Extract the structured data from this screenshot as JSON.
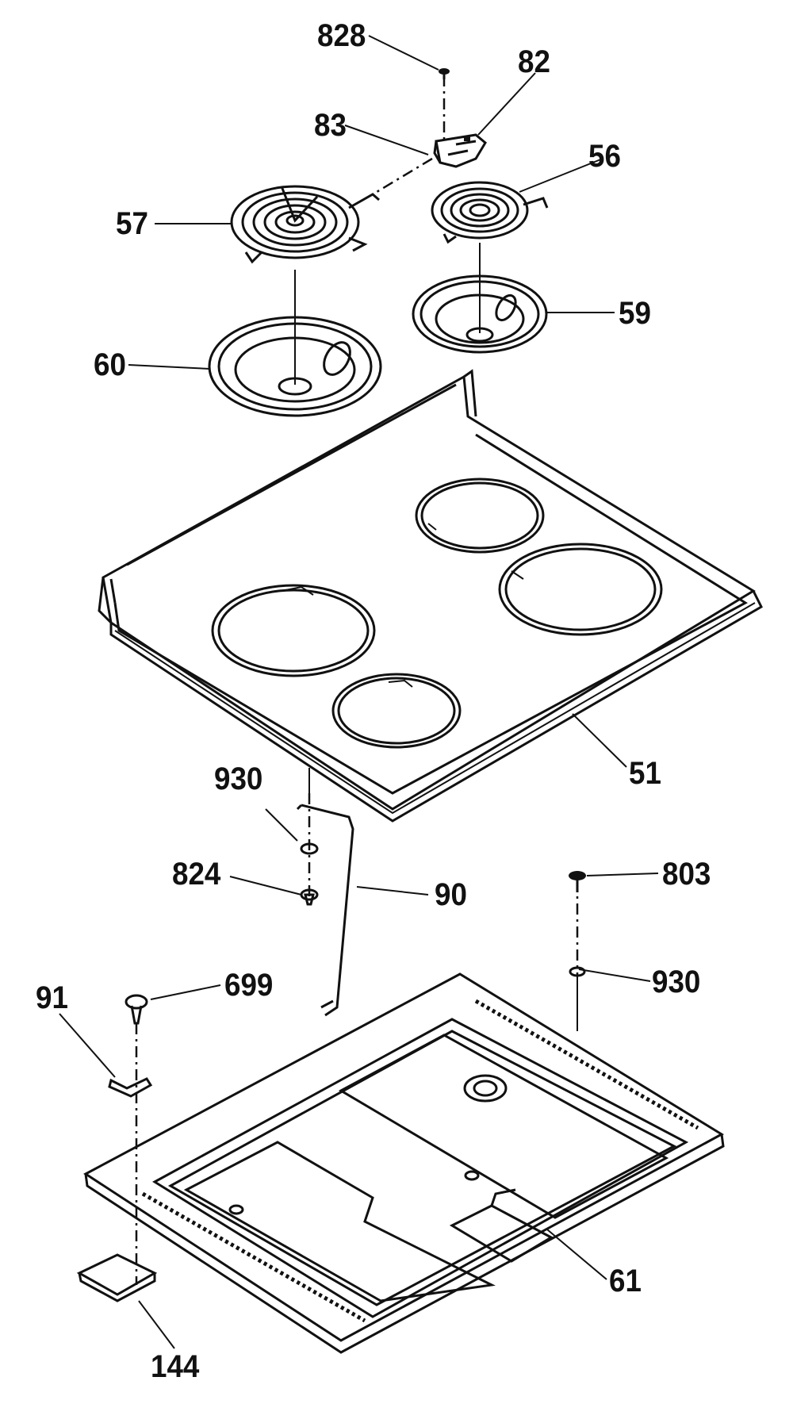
{
  "parts": {
    "p828": "828",
    "p82": "82",
    "p83": "83",
    "p56": "56",
    "p57": "57",
    "p59": "59",
    "p60": "60",
    "p51": "51",
    "p930a": "930",
    "p824": "824",
    "p90": "90",
    "p803": "803",
    "p930b": "930",
    "p91": "91",
    "p699": "699",
    "p61": "61",
    "p144": "144"
  },
  "colors": {
    "ink": "#111111",
    "background": "#ffffff"
  }
}
